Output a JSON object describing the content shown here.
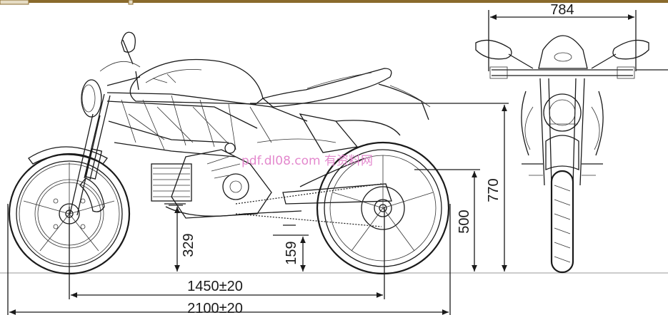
{
  "header_bar": {
    "color": "#8a6a2c",
    "tab_color": "#e6dcc4"
  },
  "dimensions": {
    "width_front": "784",
    "height_total": "770",
    "height_seat": "500",
    "ground_clearance": "159",
    "footrest_height": "329",
    "wheelbase": "1450±20",
    "length_total": "2100±20"
  },
  "watermark": "pdf.dl08.com 有资料网",
  "colors": {
    "ink": "#1a1a1a",
    "watermark": "#e07cc8",
    "ground": "#bbbbbb"
  }
}
